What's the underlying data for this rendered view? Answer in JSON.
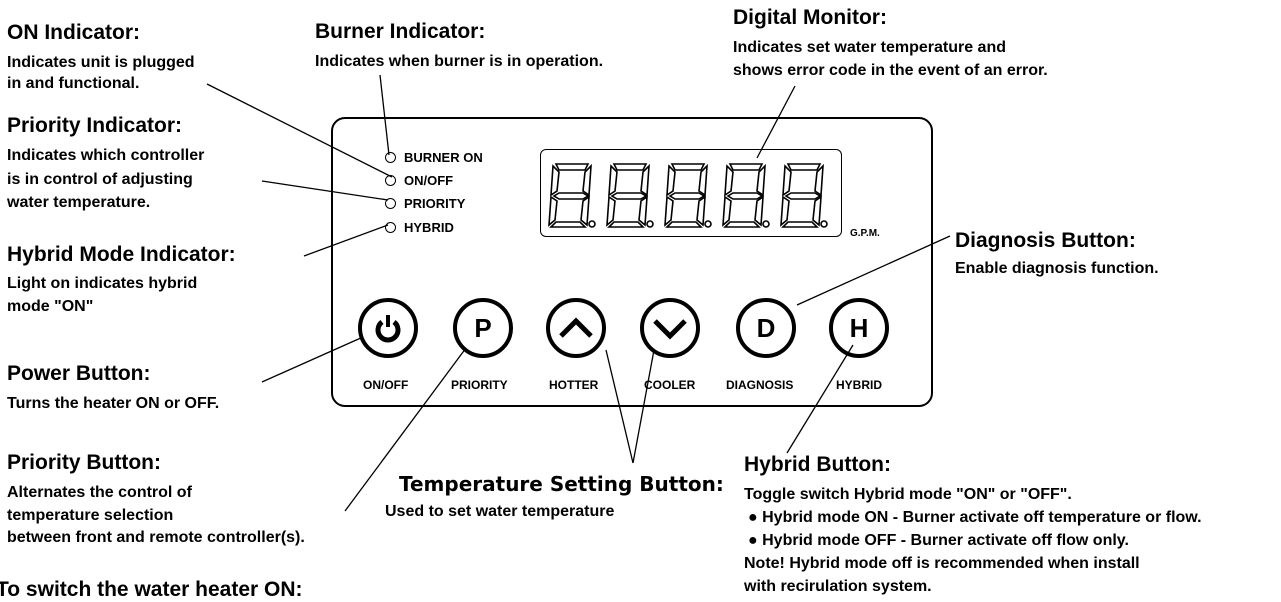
{
  "callouts": {
    "on_indicator": {
      "title": "ON Indicator:",
      "lines": [
        "Indicates unit is plugged",
        "in and functional."
      ]
    },
    "burner_indicator": {
      "title": "Burner Indicator:",
      "lines": [
        "Indicates when burner is in operation."
      ]
    },
    "digital_monitor": {
      "title": "Digital Monitor:",
      "lines": [
        "Indicates set water temperature and",
        "shows error code in the event of an error."
      ]
    },
    "priority_indicator": {
      "title": "Priority Indicator:",
      "lines": [
        "Indicates which controller",
        "is in control of adjusting",
        "water temperature."
      ]
    },
    "hybrid_mode_indicator": {
      "title": "Hybrid Mode Indicator:",
      "lines": [
        "Light on indicates hybrid",
        "mode \"ON\""
      ]
    },
    "diagnosis_button": {
      "title": "Diagnosis Button:",
      "lines": [
        "Enable diagnosis function."
      ]
    },
    "power_button": {
      "title": "Power Button:",
      "lines": [
        "Turns the heater ON or OFF."
      ]
    },
    "priority_button": {
      "title": "Priority Button:",
      "lines": [
        "Alternates the control of",
        "temperature selection",
        "between front and remote controller(s)."
      ]
    },
    "temperature_button": {
      "title": "Temperature Setting Button:",
      "lines": [
        "Used to set water temperature"
      ]
    },
    "hybrid_button": {
      "title": "Hybrid Button:",
      "lines": [
        "Toggle switch Hybrid mode \"ON\" or \"OFF\"."
      ],
      "bullets": [
        "Hybrid mode ON - Burner activate off temperature or flow.",
        "Hybrid mode OFF - Burner activate off  flow only."
      ],
      "note": [
        "Note! Hybrid mode off is recommended when install",
        "with recirulation system."
      ]
    }
  },
  "panel": {
    "indicators": [
      "BURNER ON",
      "ON/OFF",
      "PRIORITY",
      "HYBRID"
    ],
    "display_unit": "G.P.M.",
    "buttons": [
      {
        "glyph": "",
        "label": "ON/OFF",
        "icon": "power-icon"
      },
      {
        "glyph": "P",
        "label": "PRIORITY"
      },
      {
        "glyph": "",
        "label": "HOTTER",
        "icon": "chevron-up-icon"
      },
      {
        "glyph": "",
        "label": "COOLER",
        "icon": "chevron-down-icon"
      },
      {
        "glyph": "D",
        "label": "DIAGNOSIS"
      },
      {
        "glyph": "H",
        "label": "HYBRID"
      }
    ]
  },
  "footer": {
    "heading": "To switch the water heater ON:"
  }
}
